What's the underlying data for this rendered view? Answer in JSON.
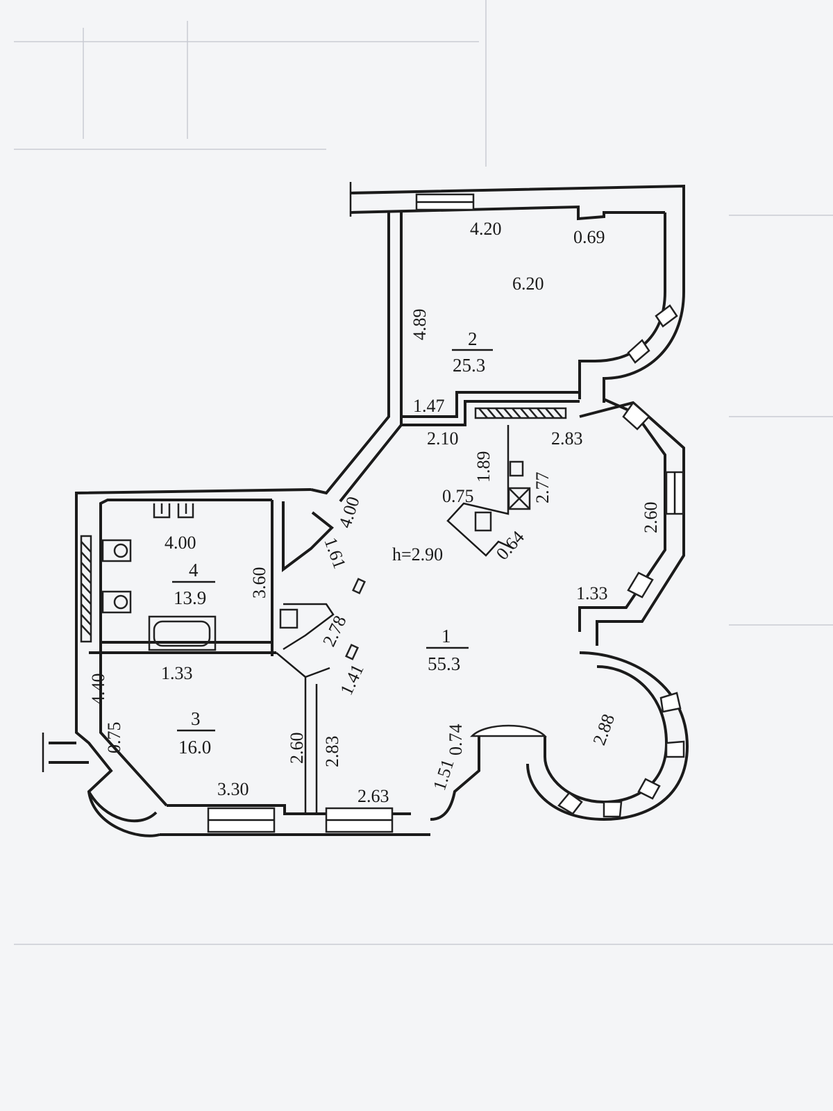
{
  "plan": {
    "ceiling_height": "h=2.90",
    "rooms": [
      {
        "number": "1",
        "area": "55.3"
      },
      {
        "number": "2",
        "area": "25.3"
      },
      {
        "number": "3",
        "area": "16.0"
      },
      {
        "number": "4",
        "area": "13.9"
      }
    ],
    "dimensions": [
      "4.20",
      "0.69",
      "6.20",
      "4.89",
      "1.47",
      "2.10",
      "2.83",
      "1.89",
      "0.75",
      "2.77",
      "2.60",
      "0.64",
      "4.00",
      "1.61",
      "4.00",
      "3.60",
      "2.78",
      "1.41",
      "1.33",
      "4.40",
      "1.33",
      "0.75",
      "2.60",
      "2.83",
      "0.74",
      "1.51",
      "2.88",
      "3.30",
      "2.63"
    ]
  }
}
